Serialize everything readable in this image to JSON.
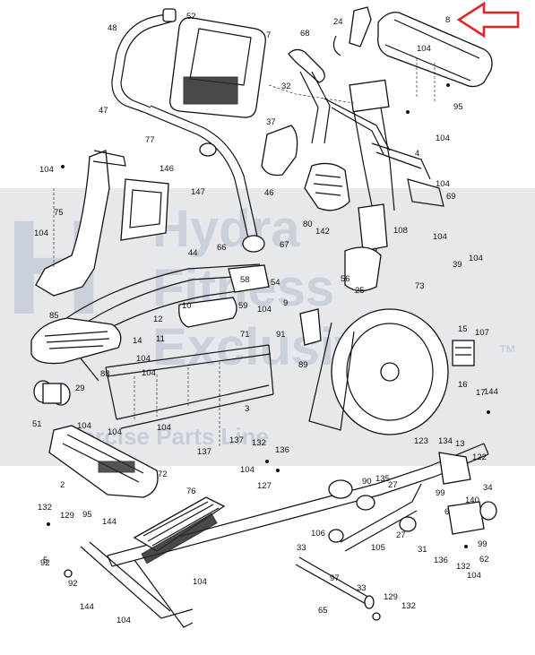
{
  "watermark": {
    "logo_letter": "H",
    "line1": "Hydra",
    "line2": "Fitness",
    "line3": "Exclusive",
    "tm": "™",
    "tagline": "Exercise Parts Line"
  },
  "highlight": {
    "part": "8",
    "color": "#e0262b"
  },
  "callouts": [
    "52",
    "48",
    "7",
    "68",
    "24",
    "8",
    "104",
    "95",
    "47",
    "32",
    "104",
    "37",
    "77",
    "104",
    "4",
    "146",
    "147",
    "46",
    "104",
    "69",
    "75",
    "80",
    "142",
    "104",
    "66",
    "67",
    "104",
    "108",
    "44",
    "39",
    "104",
    "58",
    "56",
    "54",
    "25",
    "73",
    "59",
    "104",
    "10",
    "9",
    "85",
    "12",
    "11",
    "71",
    "91",
    "15",
    "107",
    "14",
    "88",
    "104",
    "89",
    "29",
    "104",
    "17",
    "144",
    "16",
    "3",
    "51",
    "104",
    "104",
    "104",
    "137",
    "137",
    "132",
    "136",
    "123",
    "134",
    "13",
    "72",
    "122",
    "135",
    "90",
    "27",
    "99",
    "140",
    "2",
    "104",
    "127",
    "76",
    "6",
    "34",
    "132",
    "129",
    "95",
    "144",
    "92",
    "106",
    "33",
    "27",
    "31",
    "136",
    "132",
    "104",
    "5",
    "105",
    "62",
    "99",
    "33",
    "97",
    "104",
    "92",
    "144",
    "104",
    "129",
    "65",
    "132"
  ]
}
